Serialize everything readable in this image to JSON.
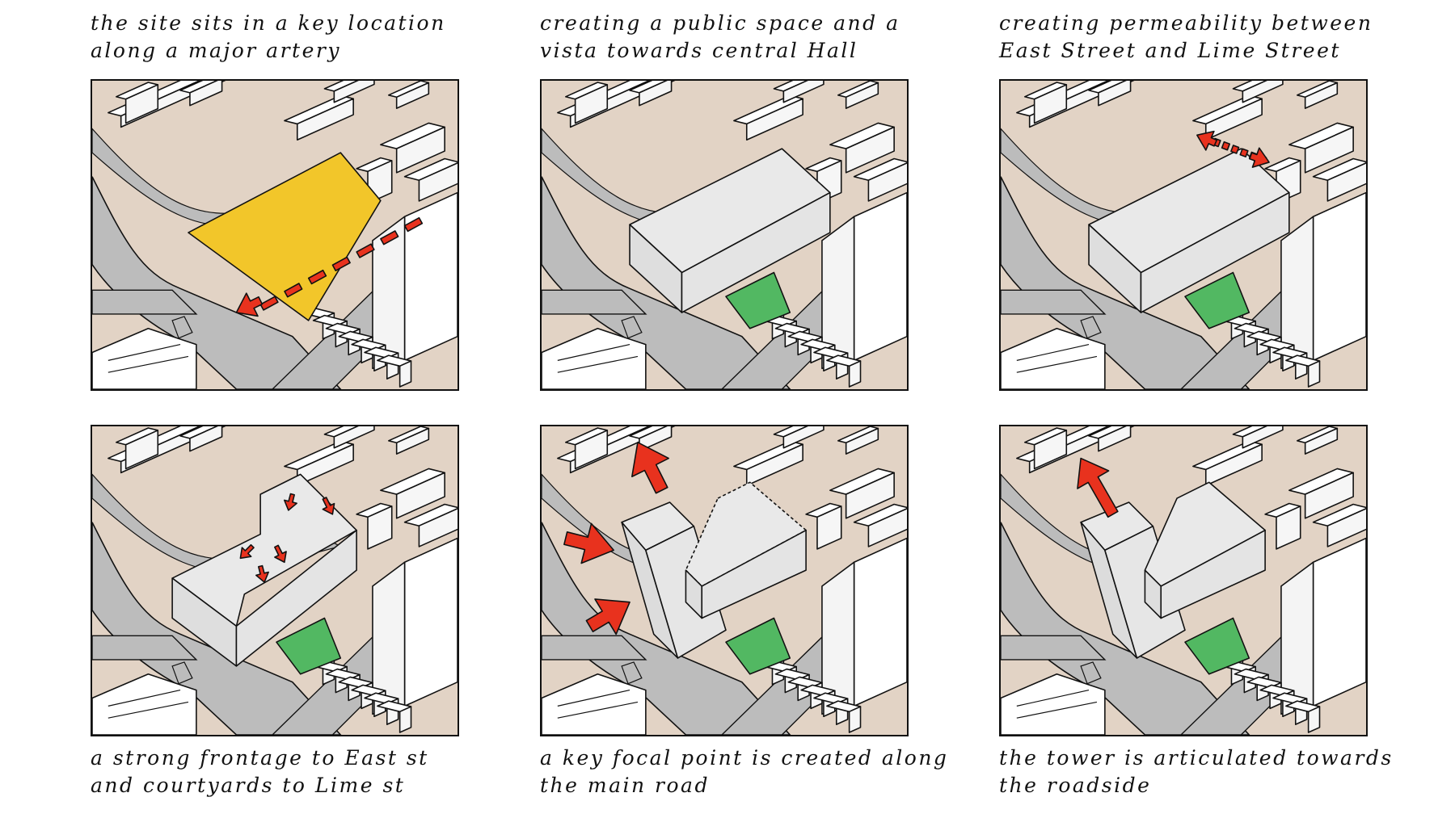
{
  "panels": [
    {
      "caption": [
        "the site sits in a key location",
        "along a major artery"
      ],
      "mode": "site"
    },
    {
      "caption": [
        "creating a public space and a",
        "vista towards central Hall"
      ],
      "mode": "mass"
    },
    {
      "caption": [
        "creating permeability between",
        "East Street and Lime Street"
      ],
      "mode": "permeability"
    },
    {
      "caption": [
        "a strong frontage to East st",
        "and courtyards to Lime st"
      ],
      "mode": "courtyard"
    },
    {
      "caption": [
        "a key focal point is created along",
        "the main road"
      ],
      "mode": "focal"
    },
    {
      "caption": [
        "the tower is articulated towards",
        "the roadside"
      ],
      "mode": "tower"
    }
  ],
  "colors": {
    "ground": "#e2d3c5",
    "road": "#bcbcbc",
    "site": "#f2c62a",
    "building": "#ffffff",
    "proposal": "#e9e9e9",
    "green": "#52b862",
    "arrow": "#e8321e",
    "line": "#111111"
  }
}
